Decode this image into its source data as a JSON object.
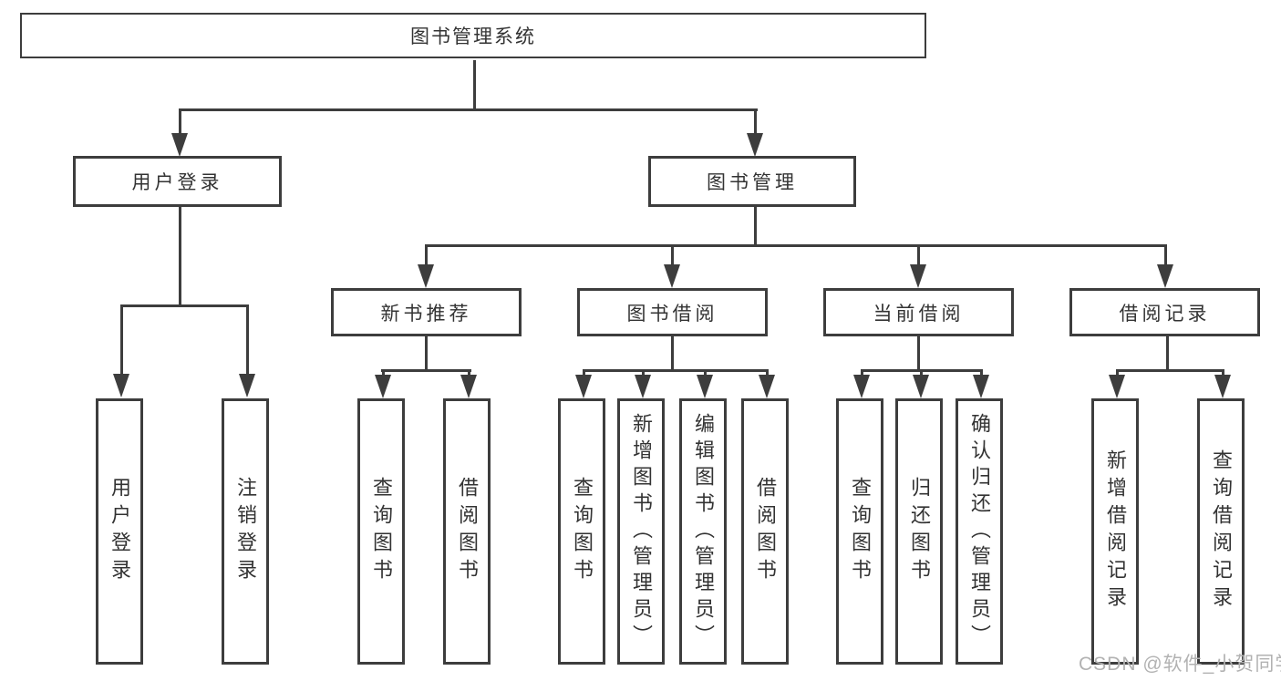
{
  "diagram": {
    "title": "图书管理系统",
    "root": {
      "label": "图书管理系统"
    },
    "level1": [
      {
        "label": "用户登录"
      },
      {
        "label": "图书管理"
      }
    ],
    "level2": [
      {
        "label": "新书推荐"
      },
      {
        "label": "图书借阅"
      },
      {
        "label": "当前借阅"
      },
      {
        "label": "借阅记录"
      }
    ],
    "leaves": {
      "user_login": [
        "用户登录",
        "注销登录"
      ],
      "new_book": [
        "查询图书",
        "借阅图书"
      ],
      "borrow": [
        "查询图书",
        "新增图书（管理员）",
        "编辑图书（管理员）",
        "借阅图书"
      ],
      "current": [
        "查询图书",
        "归还图书",
        "确认归还（管理员）"
      ],
      "record": [
        "新增借阅记录",
        "查询借阅记录"
      ]
    },
    "colors": {
      "line": "#3d3d3d",
      "text": "#333333",
      "background": "#ffffff",
      "watermark": "#b2b2b2"
    }
  },
  "watermark": {
    "text": "CSDN @软件_小贺同学"
  }
}
